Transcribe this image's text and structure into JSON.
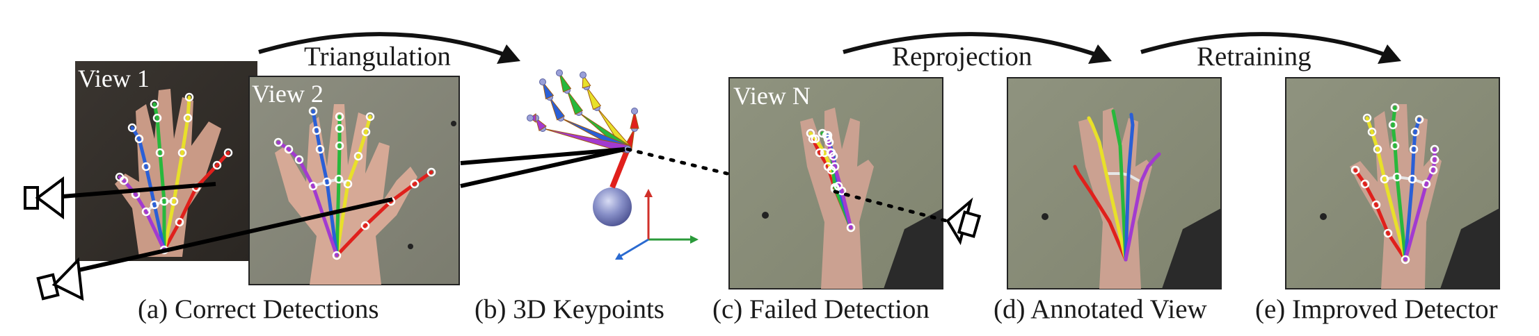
{
  "arrows": {
    "triangulation": "Triangulation",
    "reprojection": "Reprojection",
    "retraining": "Retraining"
  },
  "views": {
    "view1": "View 1",
    "view2": "View 2",
    "viewN": "View N"
  },
  "captions": {
    "a": "(a) Correct Detections",
    "b": "(b) 3D Keypoints",
    "c": "(c) Failed Detection",
    "d": "(d) Annotated View",
    "e": "(e) Improved Detector"
  },
  "colors": {
    "thumb": "#e0201c",
    "index": "#e8e02a",
    "middle": "#28b83c",
    "ring": "#2a5fd6",
    "pinky": "#a23ad0",
    "palm": "#e6e6e6",
    "axis_x": "#2a9a3a",
    "axis_y": "#d0302a",
    "axis_z": "#2a6ad0"
  }
}
